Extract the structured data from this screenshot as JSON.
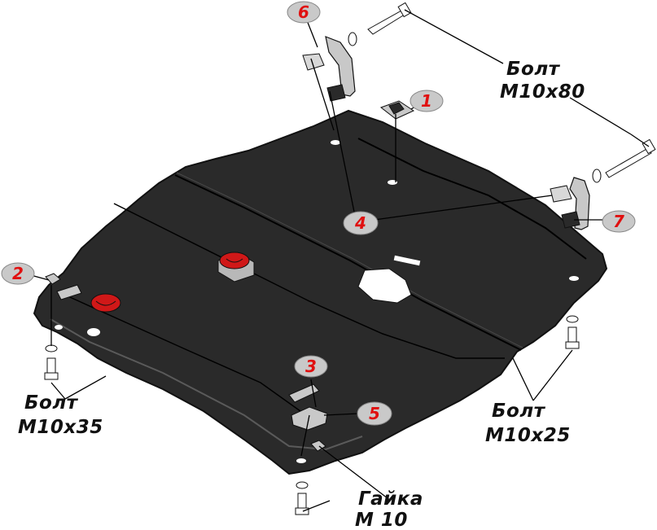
{
  "colors": {
    "plate": "#2a2a2a",
    "plate_edge": "#111111",
    "plate_highlight": "#5a5a5a",
    "bracket": "#c8c8c8",
    "badge": "#c9c9c9",
    "badge_number": "#e01010",
    "bushing": "#d01818",
    "leader_line": "#000000",
    "label_text": "#111111"
  },
  "labels": {
    "bolt_m10x80": {
      "line1": "Болт",
      "line2": "М10х80"
    },
    "bolt_m10x35": {
      "line1": "Болт",
      "line2": "М10х35"
    },
    "bolt_m10x25": {
      "line1": "Болт",
      "line2": "М10х25"
    },
    "nut_m10": {
      "line1": "Гайка",
      "line2": "М 10"
    }
  },
  "callouts": [
    "1",
    "2",
    "3",
    "4",
    "5",
    "6",
    "7"
  ],
  "icons": {
    "bolt": "bolt-icon",
    "nut": "nut-icon",
    "washer": "washer-icon",
    "bracket": "bracket-icon"
  }
}
